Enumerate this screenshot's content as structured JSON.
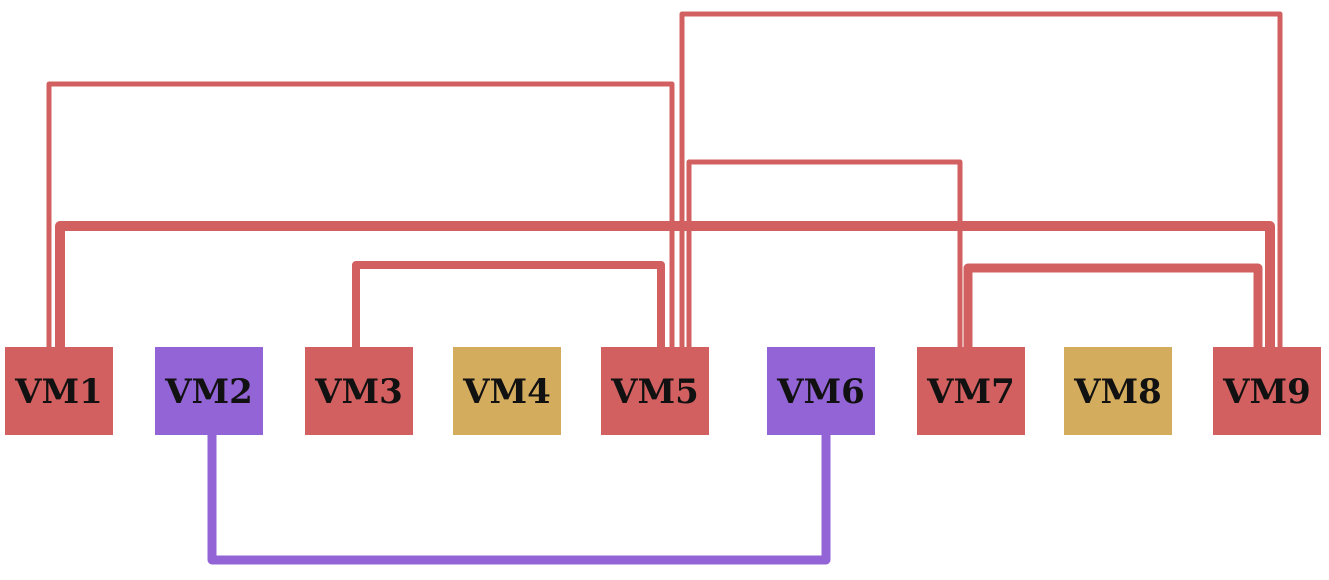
{
  "nodes": [
    {
      "id": "VM1",
      "label": "VM1",
      "group": "red"
    },
    {
      "id": "VM2",
      "label": "VM2",
      "group": "purple"
    },
    {
      "id": "VM3",
      "label": "VM3",
      "group": "red"
    },
    {
      "id": "VM4",
      "label": "VM4",
      "group": "gold"
    },
    {
      "id": "VM5",
      "label": "VM5",
      "group": "red"
    },
    {
      "id": "VM6",
      "label": "VM6",
      "group": "purple"
    },
    {
      "id": "VM7",
      "label": "VM7",
      "group": "red"
    },
    {
      "id": "VM8",
      "label": "VM8",
      "group": "gold"
    },
    {
      "id": "VM9",
      "label": "VM9",
      "group": "red"
    }
  ],
  "edges": [
    {
      "from": "VM1",
      "to": "VM5",
      "group": "red"
    },
    {
      "from": "VM1",
      "to": "VM9",
      "group": "red"
    },
    {
      "from": "VM3",
      "to": "VM5",
      "group": "red"
    },
    {
      "from": "VM5",
      "to": "VM9",
      "group": "red"
    },
    {
      "from": "VM5",
      "to": "VM7",
      "group": "red"
    },
    {
      "from": "VM7",
      "to": "VM9",
      "group": "red"
    },
    {
      "from": "VM2",
      "to": "VM6",
      "group": "purple"
    }
  ],
  "colors": {
    "red": "#d36060",
    "purple": "#9364d6",
    "gold": "#d4ac5e"
  }
}
